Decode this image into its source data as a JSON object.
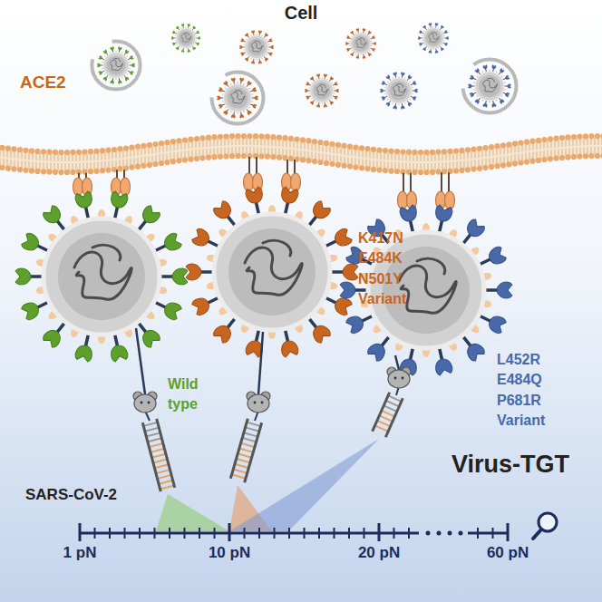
{
  "diagram": {
    "labels": [
      "Cell",
      "ACE2",
      "K417N E484K N501Y Variant",
      "Wild type",
      "L452R E484Q P681R Variant",
      "SARS-CoV-2",
      "Virus-TGT",
      "1 pN",
      "10 pN",
      "20 pN",
      "60 pN"
    ]
  }
}
